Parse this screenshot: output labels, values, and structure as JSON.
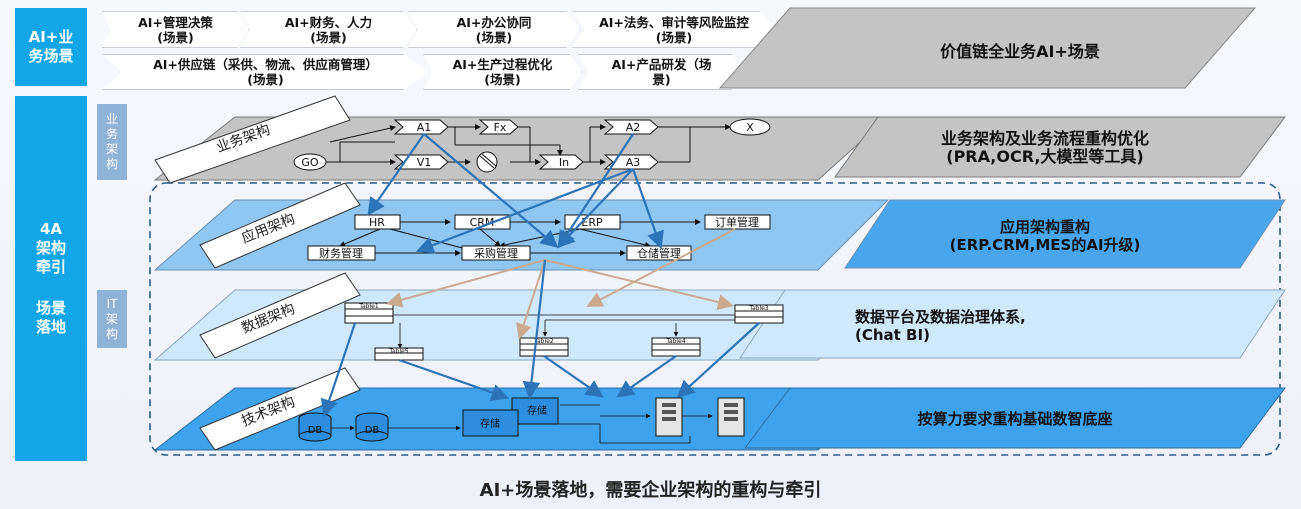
{
  "sidebar": {
    "top_label": "AI+业\n务场景",
    "main_label_1": "4A\n架构\n牵引",
    "main_label_2": "场景\n落地"
  },
  "scenarios": {
    "row1": [
      {
        "title": "AI+管理决策",
        "sub": "(场景)"
      },
      {
        "title": "AI+财务、人力",
        "sub": "(场景)"
      },
      {
        "title": "AI+办公协同",
        "sub": "(场景)"
      },
      {
        "title": "AI+法务、审计等风险监控",
        "sub": "(场景)"
      }
    ],
    "row2": [
      {
        "title": "AI+供应链（采供、物流、供应商管理）",
        "sub": "(场景)"
      },
      {
        "title": "AI+生产过程优化",
        "sub": "(场景)"
      },
      {
        "title": "AI+产品研发（场",
        "sub": "景)"
      }
    ],
    "panel": "价值链全业务AI+场景"
  },
  "vertical_labels": {
    "business": "业\n务\n架\n构",
    "it": "IT\n架\n构"
  },
  "layers": {
    "business": {
      "label": "业务架构",
      "right_line1": "业务架构及业务流程重构优化",
      "right_line2": "(PRA,OCR,大模型等工具)"
    },
    "application": {
      "label": "应用架构",
      "right_line1": "应用架构重构",
      "right_line2": "(ERP.CRM,MES的AI升级)"
    },
    "data": {
      "label": "数据架构",
      "right_line1": "数据平台及数据治理体系,",
      "right_line2": "(Chat BI)"
    },
    "tech": {
      "label": "技术架构",
      "right_line1": "按算力要求重构基础数智底座"
    }
  },
  "flow_nodes": {
    "go": "GO",
    "a1": "A1",
    "v1": "V1",
    "fx": "Fx",
    "in": "In",
    "a2": "A2",
    "a3": "A3",
    "x": "X"
  },
  "app_nodes": {
    "hr": "HR",
    "crm": "CRM",
    "erp": "ERP",
    "order": "订单管理",
    "finance": "财务管理",
    "purchase": "采购管理",
    "warehouse": "仓储管理"
  },
  "data_tables": [
    "Table1",
    "Table2",
    "Table3",
    "Table4",
    "Table5"
  ],
  "tech_nodes": {
    "db1": "DB",
    "db2": "DB",
    "storage1": "存储",
    "storage2": "存储"
  },
  "caption": "AI+场景落地，需要企业架构的重构与牵引",
  "colors": {
    "sidebar": "#12a6e8",
    "business_plane": "#c4c4c4",
    "app_plane": "#8fc6f2",
    "data_plane": "#cfe8fb",
    "tech_plane": "#3fa2ec",
    "arrow_blue": "#2c73b8",
    "arrow_tan": "#caa98e"
  }
}
